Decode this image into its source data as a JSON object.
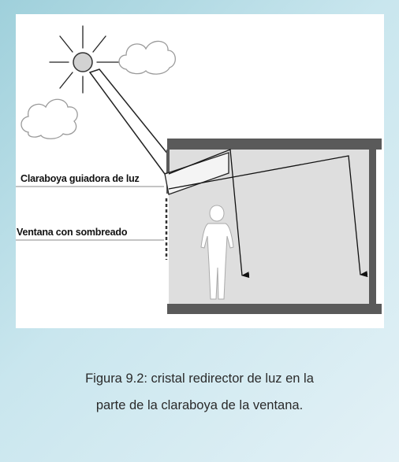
{
  "diagram": {
    "labels": {
      "skylight": "Claraboya guiadora de luz",
      "window": "Ventana con sombreado"
    }
  },
  "caption": {
    "line1": "Figura 9.2: cristal redirector de luz en la",
    "line2": "parte de la claraboya de la ventana."
  }
}
